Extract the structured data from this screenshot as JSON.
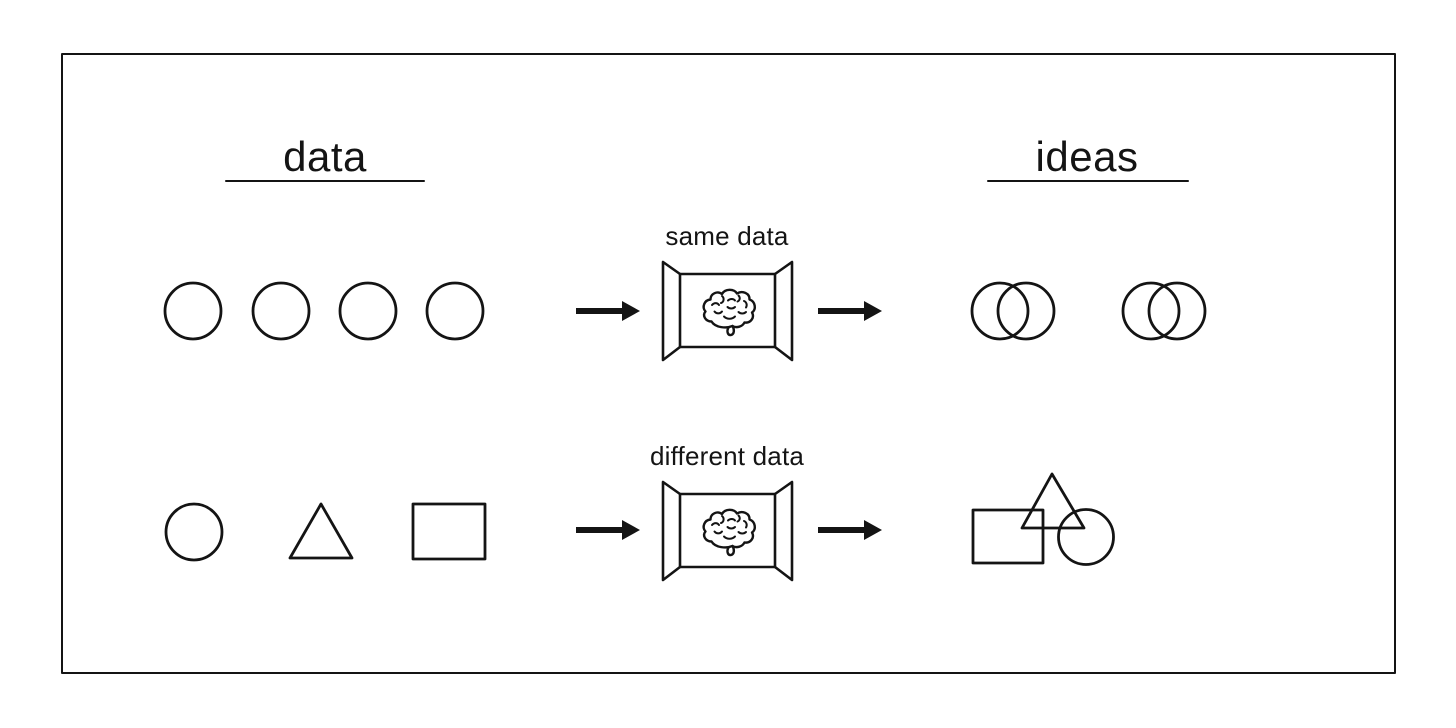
{
  "page": {
    "background": "#ffffff",
    "ink": "#141414"
  },
  "titles": {
    "left": "data",
    "right": "ideas"
  },
  "flows": [
    {
      "label": "same data",
      "input_shapes": [
        "circle",
        "circle",
        "circle",
        "circle"
      ],
      "output_shapes": [
        "overlapping-circle-pair",
        "overlapping-circle-pair"
      ]
    },
    {
      "label": "different data",
      "input_shapes": [
        "circle",
        "triangle",
        "rectangle"
      ],
      "output_shapes": [
        "rectangle",
        "triangle",
        "circle"
      ]
    }
  ],
  "icons": {
    "processor": "brain-icon",
    "connector": "arrow-right-icon"
  }
}
